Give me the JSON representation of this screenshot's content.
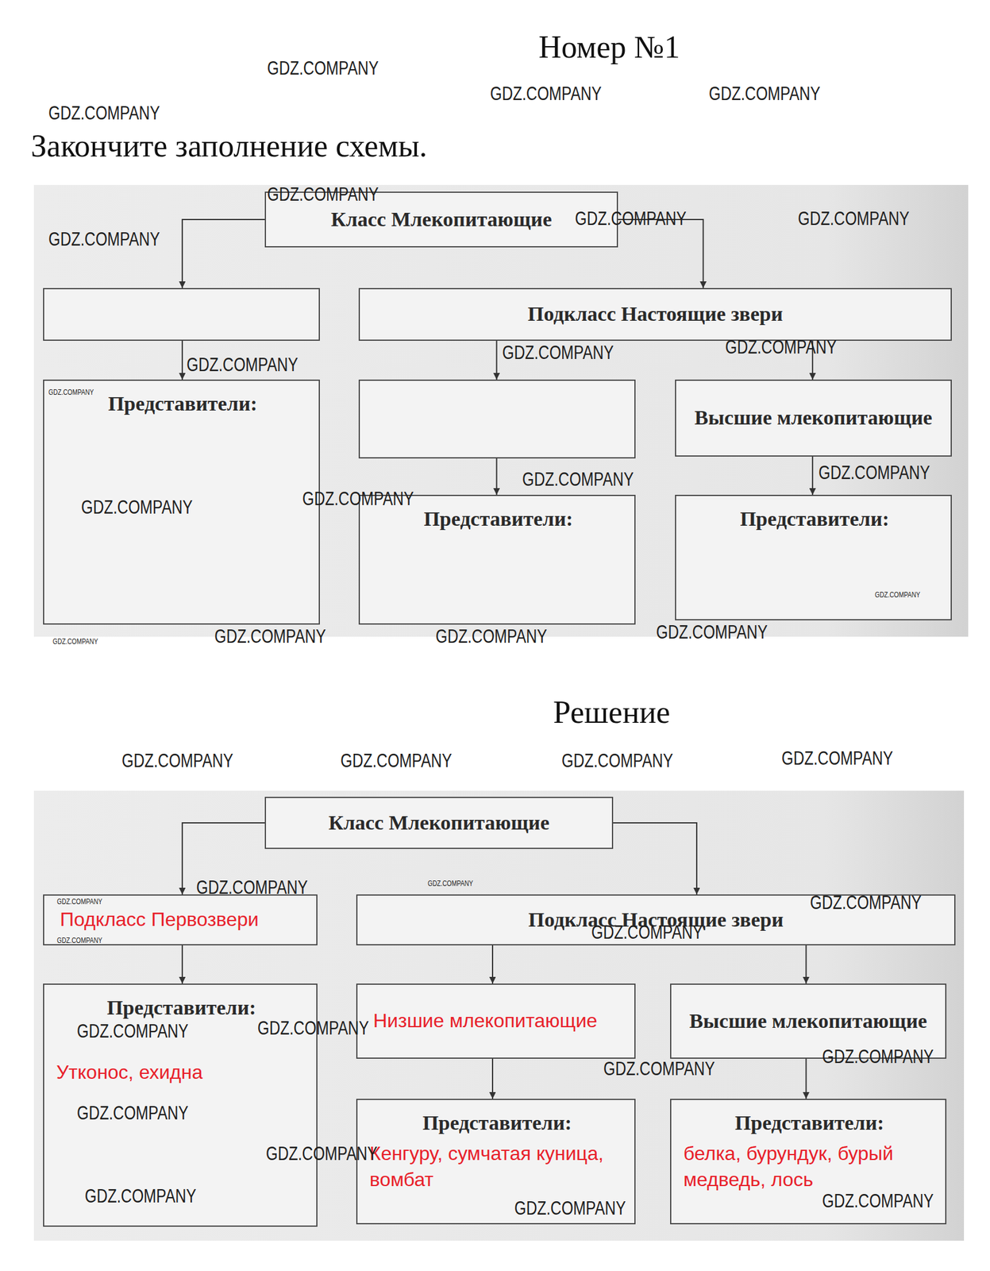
{
  "diagram": {
    "title": "Номер №1",
    "nodes": [
      {
        "text": [
          "Класс Млекопитающие"
        ]
      },
      {
        "text": []
      },
      {
        "text": [
          "Подкласс Настоящие звери"
        ]
      },
      {
        "text": [
          "Представители:"
        ]
      },
      {
        "text": []
      },
      {
        "text": [
          "Высшие млекопитающие"
        ]
      },
      {
        "text": [
          "Представители:"
        ]
      },
      {
        "text": [
          "Представители:"
        ]
      },
      {
        "text": [
          "Класс Млекопитающие"
        ]
      },
      {
        "text": [
          "Подкласс Первозвери"
        ]
      },
      {
        "text": [
          "Подкласс Настоящие звери"
        ]
      },
      {
        "text": [
          "Представители:",
          "Утконос, ехидна"
        ]
      },
      {
        "text": [
          "Низшие млекопитающие"
        ]
      },
      {
        "text": [
          "Высшие млекопитающие"
        ]
      },
      {
        "text": [
          "Представители:",
          "Кенгуру, сумчатая куница, вомбат"
        ]
      },
      {
        "text": [
          "Представители:",
          "белка, бурундук, бурый медведь, лось"
        ]
      }
    ],
    "edges": [
      {
        "from": 0,
        "to": 1,
        "arrow": "to"
      },
      {
        "from": 0,
        "to": 2,
        "arrow": "to"
      },
      {
        "from": 1,
        "to": 3,
        "arrow": "to"
      },
      {
        "from": 2,
        "to": 4,
        "arrow": "to"
      },
      {
        "from": 2,
        "to": 5,
        "arrow": "to"
      },
      {
        "from": 4,
        "to": 6,
        "arrow": "to"
      },
      {
        "from": 5,
        "to": 7,
        "arrow": "to"
      },
      {
        "from": 8,
        "to": 9,
        "arrow": "to"
      },
      {
        "from": 8,
        "to": 10,
        "arrow": "to"
      },
      {
        "from": 9,
        "to": 11,
        "arrow": "to"
      },
      {
        "from": 10,
        "to": 12,
        "arrow": "to"
      },
      {
        "from": 10,
        "to": 13,
        "arrow": "to"
      },
      {
        "from": 12,
        "to": 14,
        "arrow": "to"
      },
      {
        "from": 13,
        "to": 15,
        "arrow": "to"
      }
    ],
    "labels": [
      "Закончите заполнение схемы.",
      "Решение",
      "GDZ.COMPANY",
      "GDZ.COMPANY",
      "GDZ.COMPANY",
      "GDZ.COMPANY",
      "GDZ.COMPANY",
      "GDZ.COMPANY",
      "GDZ.COMPANY",
      "GDZ.COMPANY",
      "GDZ.COMPANY",
      "GDZ.COMPANY",
      "GDZ.COMPANY",
      "GDZ.COMPANY",
      "GDZ.COMPANY",
      "GDZ.COMPANY",
      "GDZ.COMPANY",
      "GDZ.COMPANY",
      "GDZ.COMPANY",
      "GDZ.COMPANY",
      "GDZ.COMPANY",
      "GDZ.COMPANY",
      "GDZ.COMPANY",
      "GDZ.COMPANY",
      "GDZ.COMPANY",
      "GDZ.COMPANY",
      "GDZ.COMPANY",
      "GDZ.COMPANY",
      "GDZ.COMPANY",
      "GDZ.COMPANY",
      "GDZ.COMPANY",
      "GDZ.COMPANY",
      "GDZ.COMPANY",
      "GDZ.COMPANY",
      "GDZ.COMPANY",
      "GDZ.COMPANY",
      "GDZ.COMPANY",
      "GDZ.COMPANY",
      "GDZ.COMPANY",
      "GDZ.COMPANY",
      "GDZ.COMPANY",
      "GDZ.COMPANY"
    ]
  }
}
